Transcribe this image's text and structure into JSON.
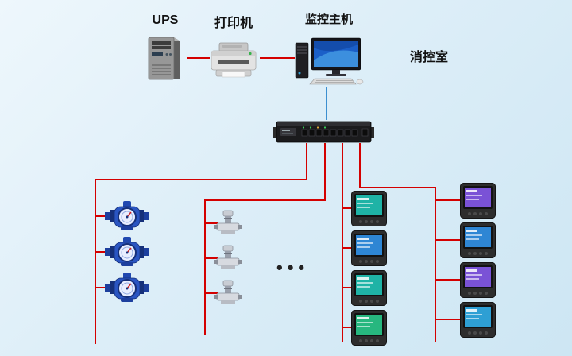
{
  "diagram": {
    "labels": {
      "ups": "UPS",
      "printer": "打印机",
      "host": "监控主机",
      "room": "消控室",
      "ellipsis": "•••"
    },
    "colors": {
      "line_red": "#d40000",
      "line_blue": "#3c8fd0"
    },
    "devices": {
      "ups": "ups-tower",
      "printer": "laser-printer",
      "host": "monitoring-workstation",
      "collector": "data-collector-switch",
      "water_meter_count": 3,
      "valve_count": 3,
      "meter_columns": [
        {
          "count": 4,
          "screens": [
            "#1fb3a6",
            "#2e86d4",
            "#1fb3a6",
            "#27b77f"
          ]
        },
        {
          "count": 4,
          "screens": [
            "#7a52d6",
            "#2e86d4",
            "#7a52d6",
            "#2e9fd4"
          ]
        }
      ]
    }
  }
}
